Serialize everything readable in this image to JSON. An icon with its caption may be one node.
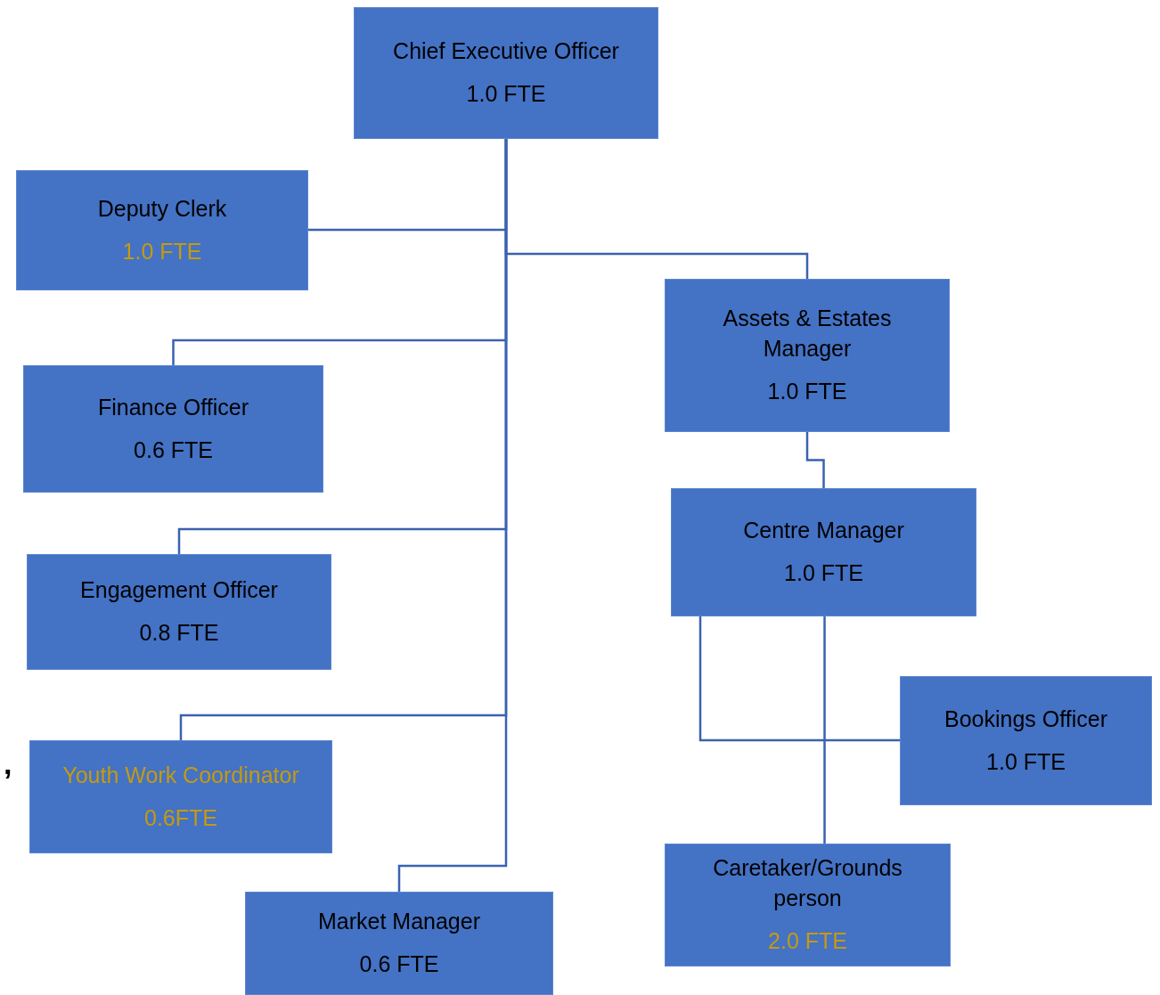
{
  "diagram": {
    "nodes": [
      {
        "text": [
          "Chief Executive Officer",
          "1.0 FTE"
        ]
      },
      {
        "text": [
          "Deputy Clerk",
          "1.0 FTE"
        ]
      },
      {
        "text": [
          "Assets & Estates Manager",
          "1.0 FTE"
        ]
      },
      {
        "text": [
          "Finance Officer",
          "0.6 FTE"
        ]
      },
      {
        "text": [
          "Engagement Officer",
          "0.8 FTE"
        ]
      },
      {
        "text": [
          "Youth Work Coordinator",
          "0.6FTE"
        ]
      },
      {
        "text": [
          "Market Manager",
          "0.6 FTE"
        ]
      },
      {
        "text": [
          "Centre Manager",
          "1.0 FTE"
        ]
      },
      {
        "text": [
          "Bookings Officer",
          "1.0 FTE"
        ]
      },
      {
        "text": [
          "Caretaker/Grounds person",
          "2.0 FTE"
        ]
      }
    ],
    "edges": [
      {
        "from": 0,
        "to": 1,
        "arrow": "none"
      },
      {
        "from": 0,
        "to": 2,
        "arrow": "none"
      },
      {
        "from": 0,
        "to": 3,
        "arrow": "none"
      },
      {
        "from": 0,
        "to": 4,
        "arrow": "none"
      },
      {
        "from": 0,
        "to": 5,
        "arrow": "none"
      },
      {
        "from": 0,
        "to": 6,
        "arrow": "none"
      },
      {
        "from": 2,
        "to": 7,
        "arrow": "none"
      },
      {
        "from": 7,
        "to": 8,
        "arrow": "none"
      },
      {
        "from": 7,
        "to": 9,
        "arrow": "none"
      }
    ],
    "labels": [
      ","
    ]
  }
}
